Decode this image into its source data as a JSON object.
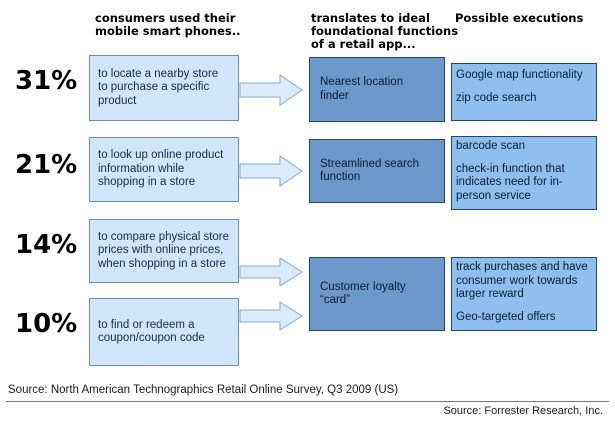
{
  "headers": {
    "consumers": "consumers used their mobile smart phones..",
    "translates": "translates to ideal foundational functions of a retail app...",
    "executions": "Possible executions"
  },
  "rows": [
    {
      "percent": "31%",
      "text": "to locate a nearby store to purchase a specific product"
    },
    {
      "percent": "21%",
      "text": "to look up online product information while shopping in a store"
    },
    {
      "percent": "14%",
      "text": "to compare physical store prices with online prices, when shopping in a store"
    },
    {
      "percent": "10%",
      "text": "to find or redeem a coupon/coupon code"
    }
  ],
  "functions": [
    {
      "text": "Nearest location finder"
    },
    {
      "text": "Streamlined search function"
    },
    {
      "text": "Customer loyalty “card”"
    }
  ],
  "executions": [
    [
      "Google map functionality",
      "zip code search"
    ],
    [
      "barcode scan",
      "check-in function that indicates need for in-person service"
    ],
    [
      "track purchases and have consumer work towards larger reward",
      "Geo-targeted offers"
    ]
  ],
  "footer": {
    "source_survey": "Source: North American Technographics Retail Online Survey, Q3 2009 (US)",
    "source_publisher": "Source: Forrester Research, Inc."
  },
  "colors": {
    "left_box_fill": "#cfe6fb",
    "middle_box_fill": "#6d98cb",
    "right_box_fill": "#8ebfee",
    "arrow_fill": "#d9ecfb"
  }
}
